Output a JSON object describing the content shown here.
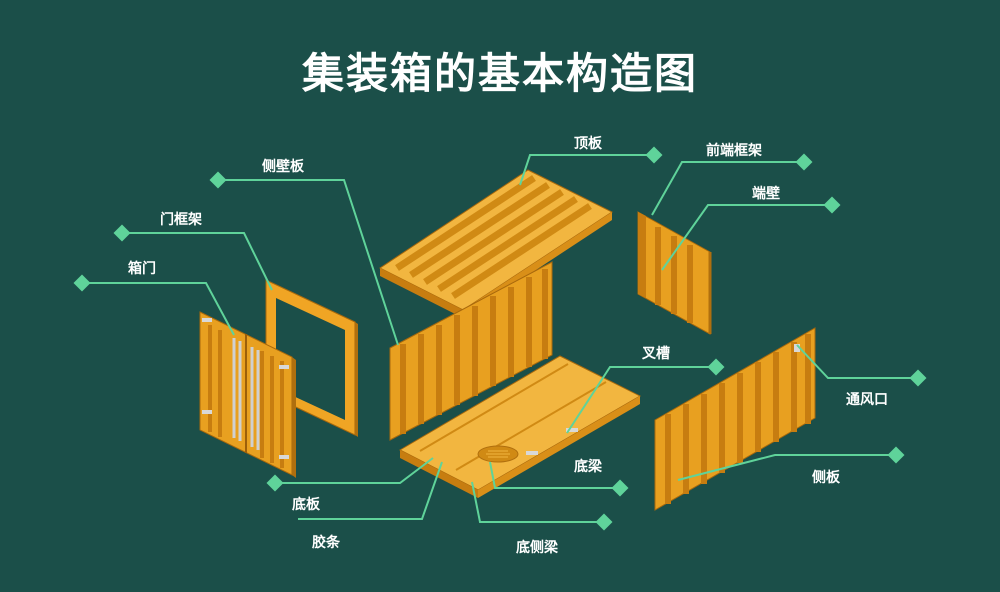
{
  "title": "集装箱的基本构造图",
  "colors": {
    "background": "#1b4f49",
    "leader": "#5fd39a",
    "panel_light": "#f2b640",
    "panel_mid": "#e8a020",
    "panel_dark": "#c77d10",
    "panel_edge": "#a8680c"
  },
  "labels": {
    "top_panel": "顶板",
    "front_end_frame": "前端框架",
    "side_wall": "侧壁板",
    "end_wall": "端壁",
    "door_frame": "门框架",
    "door": "箱门",
    "forklift_pocket": "叉槽",
    "vent": "通风口",
    "floor_beam": "底梁",
    "side_panel": "侧板",
    "floor_panel": "底板",
    "gasket": "胶条",
    "bottom_side_beam": "底侧梁"
  }
}
